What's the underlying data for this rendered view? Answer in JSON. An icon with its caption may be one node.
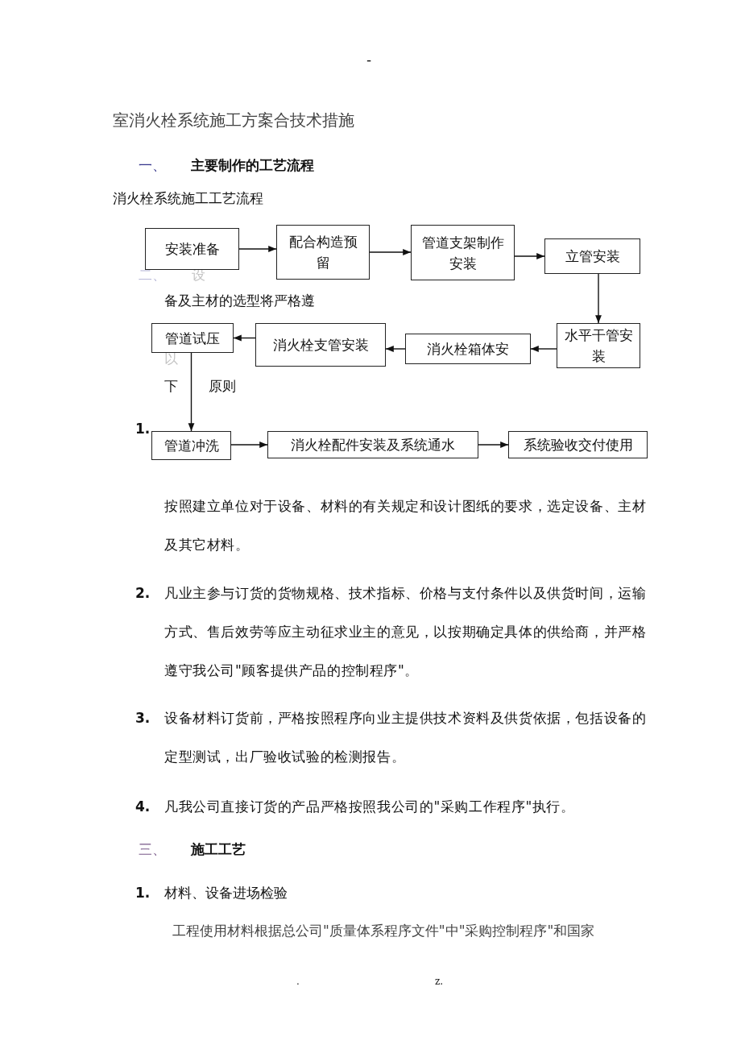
{
  "diagram": {
    "title": "室消火栓系统施工方案合技术措施",
    "nodes": [
      {
        "text": [
          "安装准备"
        ]
      },
      {
        "text": [
          "配合构造预留"
        ]
      },
      {
        "text": [
          "管道支架制作安装"
        ]
      },
      {
        "text": [
          "立管安装"
        ]
      },
      {
        "text": [
          "水平干管安装"
        ]
      },
      {
        "text": [
          "消火栓箱体安"
        ]
      },
      {
        "text": [
          "消火栓支管安装"
        ]
      },
      {
        "text": [
          "管道试压"
        ]
      },
      {
        "text": [
          "管道冲洗"
        ]
      },
      {
        "text": [
          "消火栓配件安装及系统通水"
        ]
      },
      {
        "text": [
          "系统验收交付使用"
        ]
      }
    ],
    "edges": [
      {
        "from": 0,
        "to": 1,
        "arrow": "to"
      },
      {
        "from": 1,
        "to": 2,
        "arrow": "to"
      },
      {
        "from": 2,
        "to": 3,
        "arrow": "to"
      },
      {
        "from": 3,
        "to": 4,
        "arrow": "to"
      },
      {
        "from": 4,
        "to": 5,
        "arrow": "to"
      },
      {
        "from": 5,
        "to": 6,
        "arrow": "to"
      },
      {
        "from": 6,
        "to": 7,
        "arrow": "to"
      },
      {
        "from": 7,
        "to": 8,
        "arrow": "to"
      },
      {
        "from": 8,
        "to": 9,
        "arrow": "to"
      },
      {
        "from": 9,
        "to": 10,
        "arrow": "to"
      }
    ],
    "labels": [
      "-",
      "一、",
      "主要制作的工艺流程",
      "消火栓系统施工工艺流程",
      "二、",
      "设",
      "备及主材的选型将严格遵",
      "以",
      "下",
      "原则",
      "1.",
      "按照建立单位对于设备、材料的有关规定和设计图纸的要求，选定设备、主材及其它材料。",
      "2.",
      "凡业主参与订货的货物规格、技术指标、价格与支付条件以及供货时间，运输方式、售后效劳等应主动征求业主的意见，以按期确定具体的供给商，并严格遵守我公司\"顾客提供产品的控制程序\"。",
      "3.",
      "设备材料订货前，严格按照程序向业主提供技术资料及供货依据，包括设备的定型测试，出厂验收试验的检测报告。",
      "4.",
      "凡我公司直接订货的产品严格按照我公司的\"采购工作程序\"执行。",
      "三、",
      "施工工艺",
      "1.",
      "材料、设备进场检验",
      "工程使用材料根据总公司\"质量体系程序文件\"中\"采购控制程序\"和国家",
      ".",
      "z."
    ]
  }
}
